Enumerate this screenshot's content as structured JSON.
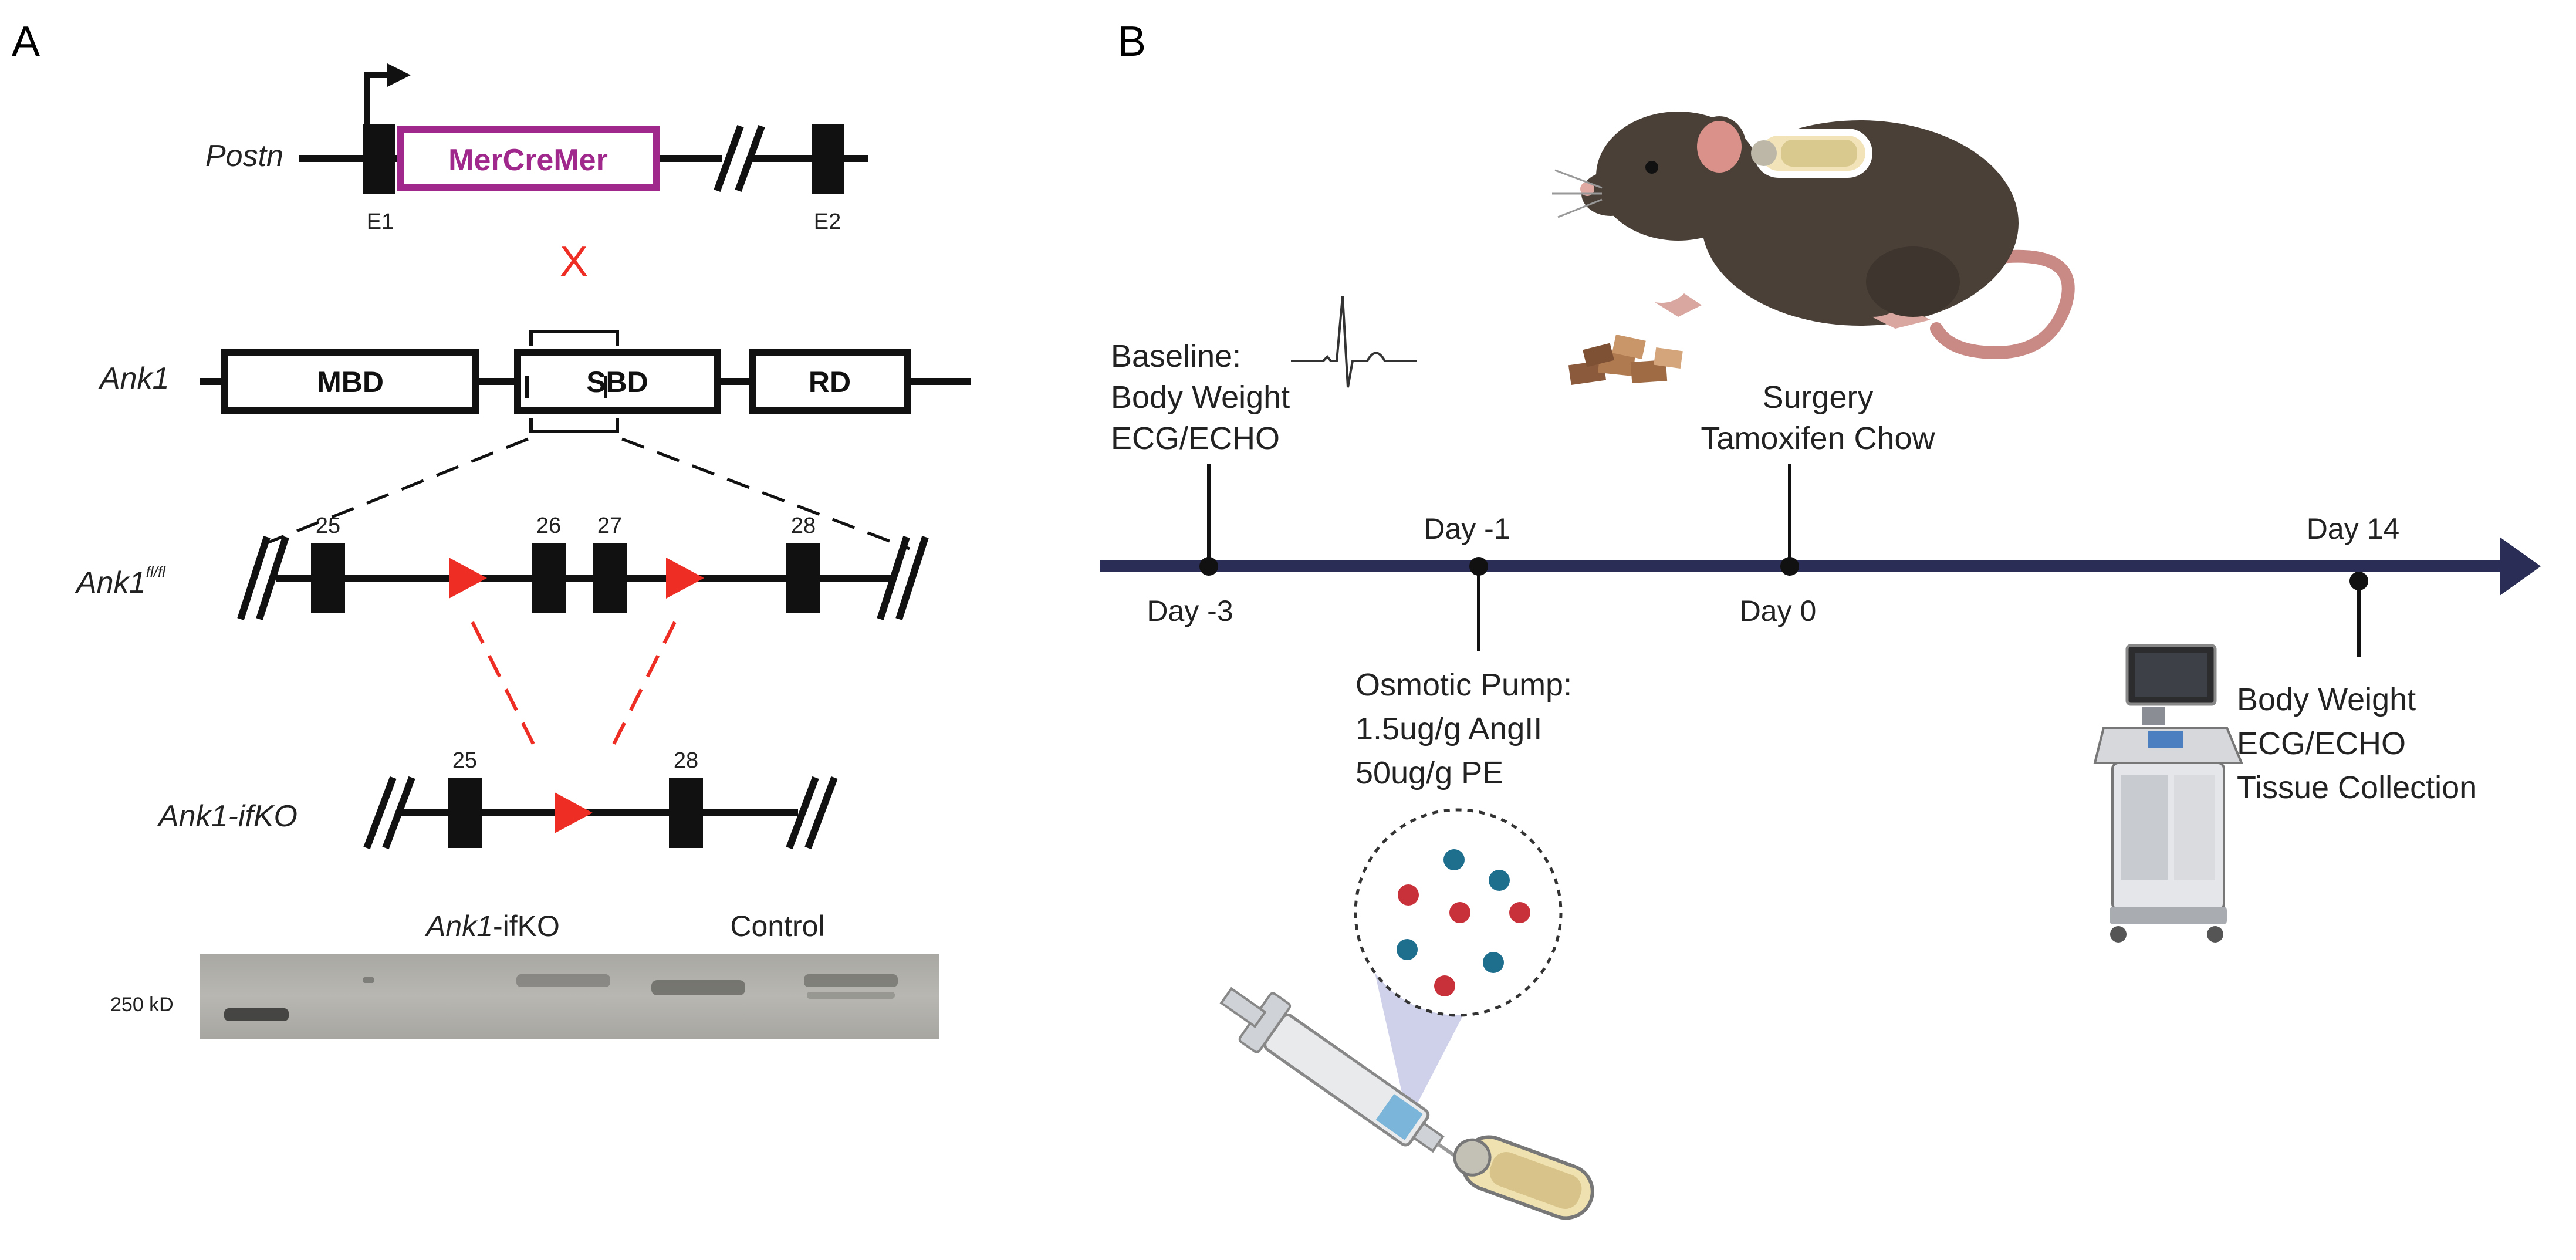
{
  "panel_a": {
    "label": "A",
    "postn": {
      "gene_label": "Postn",
      "insert_label": "MerCreMer",
      "exon1_label": "E1",
      "exon2_label": "E2"
    },
    "cross_mark": "X",
    "ank1": {
      "gene_label": "Ank1",
      "domains": [
        "MBD",
        "SBD",
        "RD"
      ]
    },
    "flox": {
      "gene_label": "Ank1",
      "superscript": "fl/fl",
      "exons": [
        "25",
        "26",
        "27",
        "28"
      ]
    },
    "ifko": {
      "gene_label": "Ank1-ifKO",
      "exons": [
        "25",
        "28"
      ]
    },
    "western": {
      "lane_label_ifko_italic": "Ank1",
      "lane_label_ifko_rest": "-ifKO",
      "lane_label_control": "Control",
      "marker_label": "250 kD"
    }
  },
  "panel_b": {
    "label": "B",
    "timeline": {
      "days_below": [
        "Day -3",
        "Day 0"
      ],
      "days_above": [
        "Day -1",
        "Day 14"
      ]
    },
    "baseline": [
      "Baseline:",
      "Body Weight",
      "ECG/ECHO"
    ],
    "surgery": [
      "Surgery",
      "Tamoxifen Chow"
    ],
    "pump": [
      "Osmotic Pump:",
      "1.5ug/g AngII",
      "50ug/g PE"
    ],
    "endpoint": [
      "Body Weight",
      "ECG/ECHO",
      "Tissue Collection"
    ]
  },
  "colors": {
    "mercremer": "#A0288C",
    "loxp_red": "#EE2E24",
    "timeline_navy": "#2A2D55",
    "mouse_body": "#4A4038",
    "tail_pink": "#C98A86",
    "dot_red": "#C8303A",
    "dot_blue": "#1E6E8E"
  }
}
